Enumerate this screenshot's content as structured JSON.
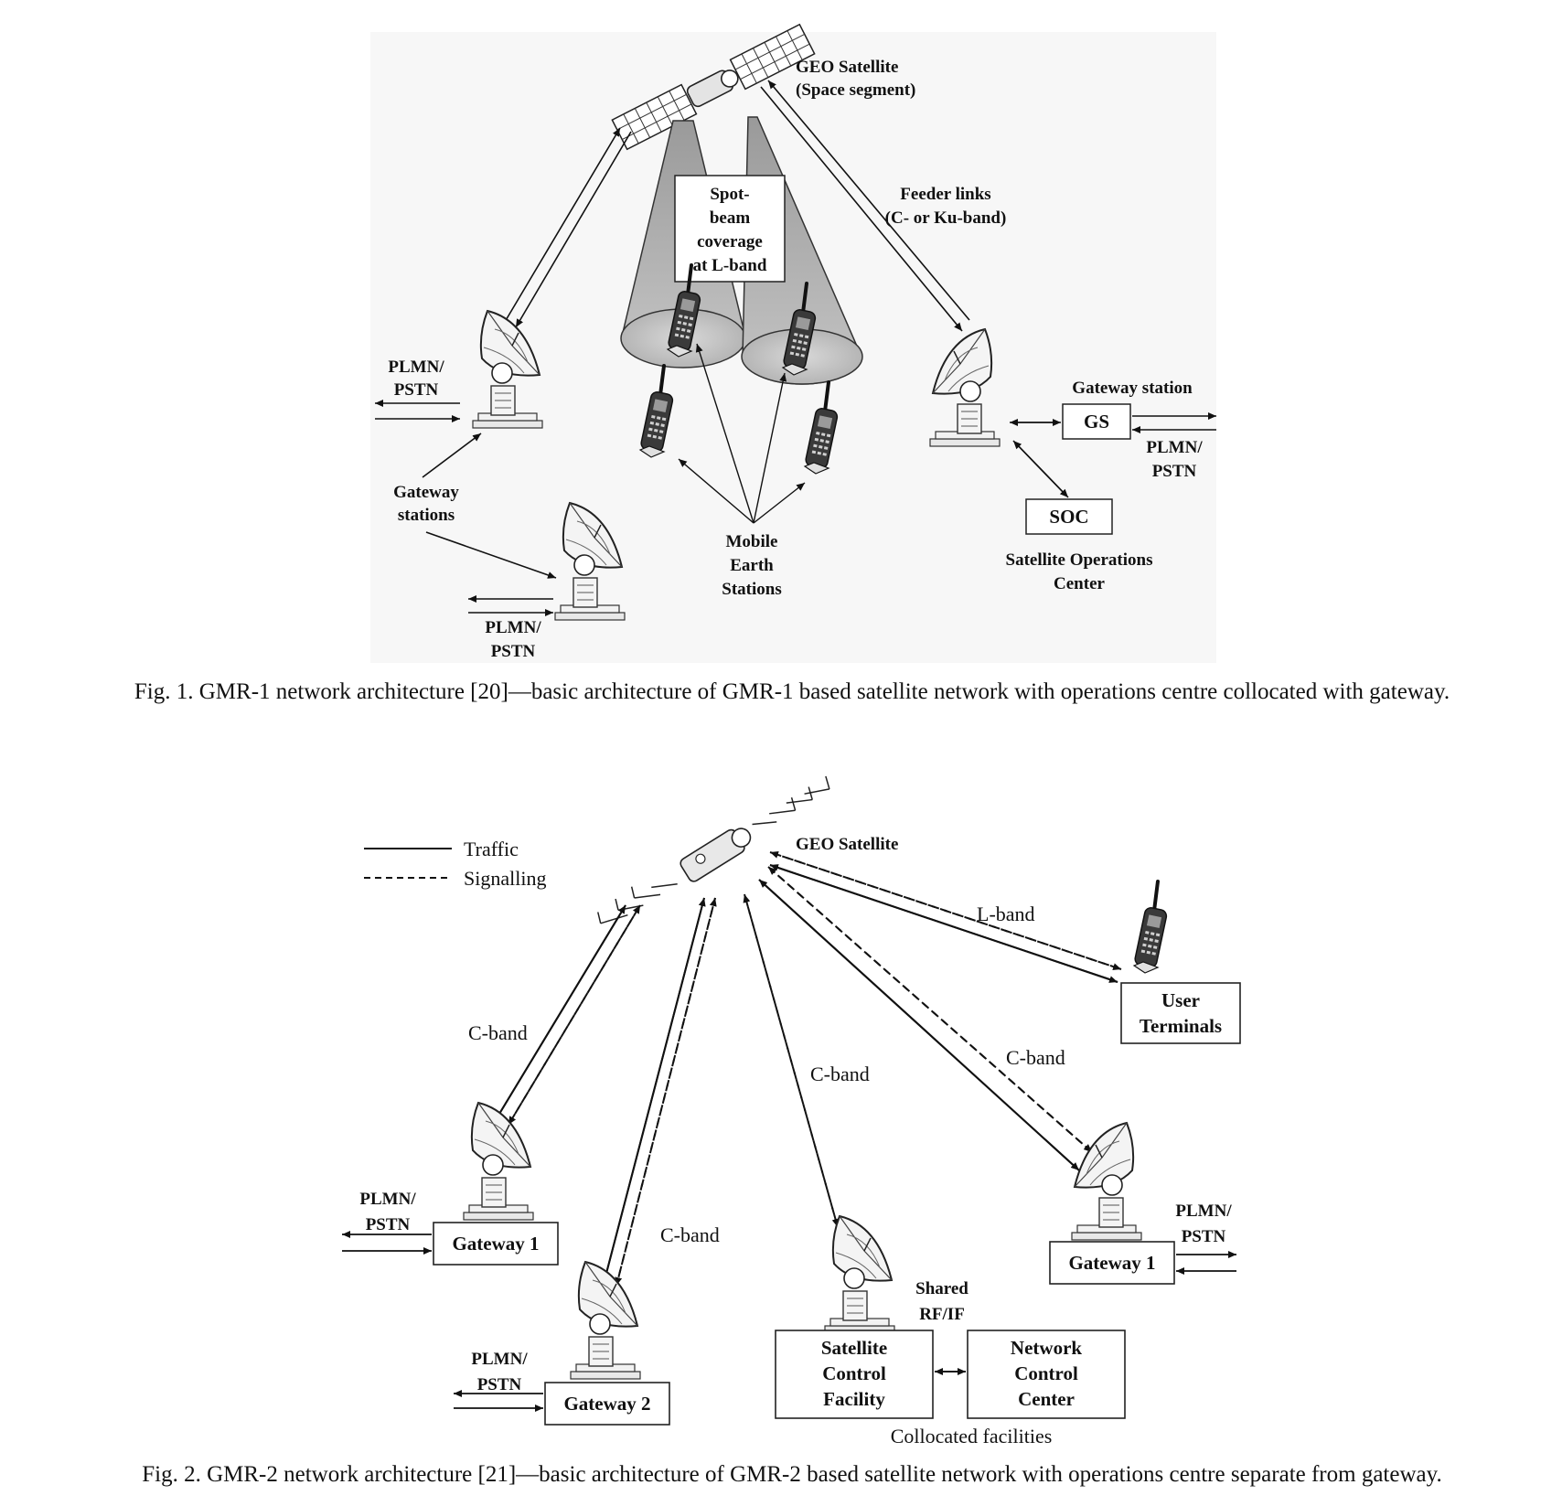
{
  "fig1": {
    "satellite_label": [
      "GEO Satellite",
      "(Space segment)"
    ],
    "spot_beam_label": [
      "Spot-",
      "beam",
      "coverage",
      "at L-band"
    ],
    "feeder_label": [
      "Feeder links",
      "(C- or Ku-band)"
    ],
    "plmn_left_top": [
      "PLMN/",
      "PSTN"
    ],
    "gateway_stations_label": [
      "Gateway",
      "stations"
    ],
    "plmn_left_bottom": [
      "PLMN/",
      "PSTN"
    ],
    "mobile_label": [
      "Mobile",
      "Earth",
      "Stations"
    ],
    "gateway_station_label": "Gateway station",
    "gs_box": "GS",
    "plmn_right": [
      "PLMN/",
      "PSTN"
    ],
    "soc_box": "SOC",
    "soc_label": [
      "Satellite Operations",
      "Center"
    ],
    "caption": "Fig. 1.   GMR-1 network architecture [20]—basic architecture of GMR-1 based satellite network with operations centre collocated with gateway."
  },
  "fig2": {
    "legend_traffic": "Traffic",
    "legend_signalling": "Signalling",
    "satellite_label": "GEO Satellite",
    "l_band": "L-band",
    "user_terminals": [
      "User",
      "Terminals"
    ],
    "c_band_1": "C-band",
    "c_band_2": "C-band",
    "c_band_3": "C-band",
    "c_band_4": "C-band",
    "plmn_gw1_left": [
      "PLMN/",
      "PSTN"
    ],
    "gateway1_left": "Gateway 1",
    "plmn_gw2": [
      "PLMN/",
      "PSTN"
    ],
    "gateway2": "Gateway 2",
    "shared_rf": [
      "Shared",
      "RF/IF"
    ],
    "scf": [
      "Satellite",
      "Control",
      "Facility"
    ],
    "ncc": [
      "Network",
      "Control",
      "Center"
    ],
    "collocated": "Collocated facilities",
    "plmn_gw1_right": [
      "PLMN/",
      "PSTN"
    ],
    "gateway1_right": "Gateway 1",
    "caption": "Fig. 2.   GMR-2 network architecture [21]—basic architecture of GMR-2 based satellite network with operations centre separate from gateway."
  }
}
